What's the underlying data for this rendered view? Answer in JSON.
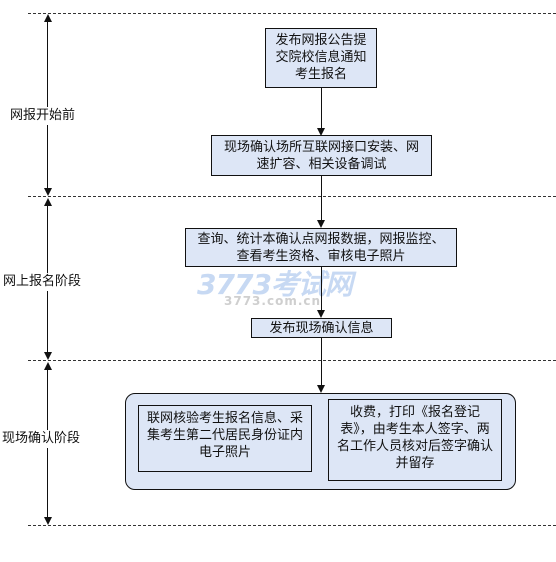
{
  "stages": [
    {
      "label": "网报开始前"
    },
    {
      "label": "网上报名阶段"
    },
    {
      "label": "现场确认阶段"
    }
  ],
  "boxes": {
    "publish_announcement": "发布网报公告提交院校信息通知考生报名",
    "site_prep": "现场确认场所互联网接口安装、网速扩容、相关设备调试",
    "online_query": "查询、统计本确认点网报数据，网报监控、查看考生资格、审核电子照片",
    "publish_confirm": "发布现场确认信息",
    "verify_info": "联网核验考生报名信息、采集考生第二代居民身份证内电子照片",
    "charge_print": "收费，打印《报名登记表》，由考生本人签字、两名工作人员核对后签字确认并留存"
  },
  "watermark": {
    "main": "3773考试网",
    "sub": "3773.com.cn"
  },
  "colors": {
    "box_fill": "#dde6f6",
    "line": "#111111"
  }
}
